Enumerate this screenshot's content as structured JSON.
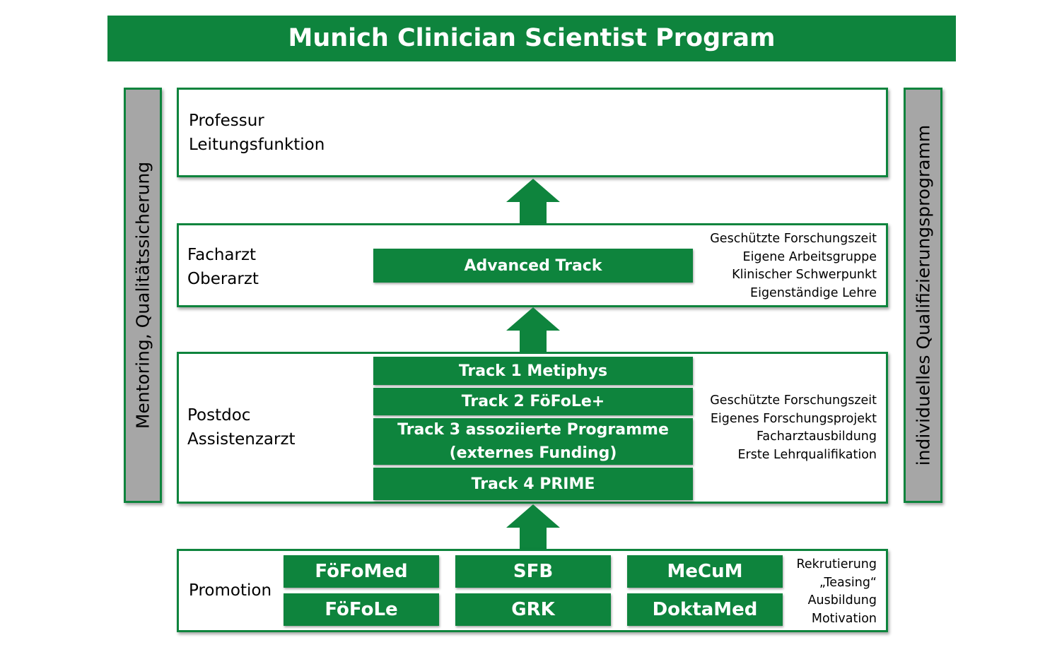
{
  "title": "Munich Clinician Scientist Program",
  "side_left": "Mentoring, Qualitätssicherung",
  "side_right": "individuelles Qualifizierungsprogramm",
  "tiers": {
    "professur": {
      "lines": [
        "Professur",
        "Leitungsfunktion"
      ]
    },
    "facharzt": {
      "lines": [
        "Facharzt",
        "Oberarzt"
      ],
      "track": "Advanced Track",
      "notes": [
        "Geschützte Forschungszeit",
        "Eigene Arbeitsgruppe",
        "Klinischer Schwerpunkt",
        "Eigenständige Lehre"
      ]
    },
    "postdoc": {
      "lines": [
        "Postdoc",
        "Assistenzarzt"
      ],
      "tracks": [
        "Track 1 Metiphys",
        "Track 2 FöFoLe+",
        "Track 3 assoziierte Programme",
        "(externes Funding)",
        "Track 4 PRIME"
      ],
      "notes": [
        "Geschützte Forschungszeit",
        "Eigenes Forschungsprojekt",
        "Facharztausbildung",
        "Erste Lehrqualifikation"
      ]
    },
    "promotion": {
      "label": "Promotion",
      "programs": [
        "FöFoMed",
        "SFB",
        "MeCuM",
        "FöFoLe",
        "GRK",
        "DoktaMed"
      ],
      "notes": [
        "Rekrutierung",
        "„Teasing“",
        "Ausbildung",
        "Motivation"
      ]
    }
  },
  "colors": {
    "green": "#0e843d",
    "gray": "#a6a6a6"
  }
}
